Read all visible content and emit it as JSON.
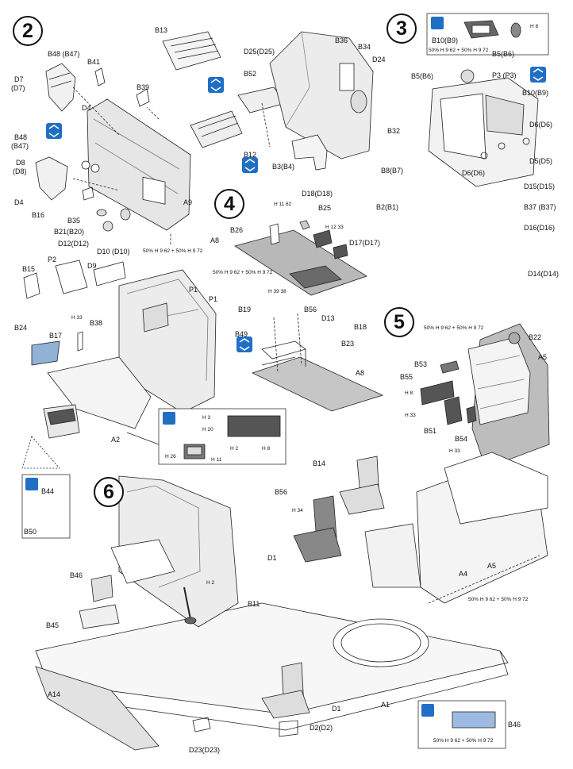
{
  "steps": {
    "s2": "2",
    "s3": "3",
    "s4": "4",
    "s5": "5",
    "s6": "6"
  },
  "labels": {
    "b13": "B13",
    "b48b47_top": "B48 (B47)",
    "b41": "B41",
    "d7": "D7",
    "d7p": "(D7)",
    "d4_top": "D4",
    "b39": "B39",
    "d25": "D25(D25)",
    "b52": "B52",
    "b36": "B36",
    "b34": "B34",
    "d24": "D24",
    "b32": "B32",
    "b12": "B12",
    "b3b4": "B3(B4)",
    "b48": "B48",
    "b47p": "(B47)",
    "d8": "D8",
    "d8p": "(D8)",
    "d4_left": "D4",
    "b16": "B16",
    "b35": "B35",
    "b21": "B21(B20)",
    "d12": "D12(D12)",
    "d10": "D10 (D10)",
    "a9": "A9",
    "b10b9_box": "B10(B9)",
    "b5b6_box": "B5(B6)",
    "b5b6": "B5(B6)",
    "p3": "P3 (P3)",
    "b10b9": "B10(B9)",
    "d6_right": "D6(D6)",
    "d5": "D5(D5)",
    "d6_mid": "D6(D6)",
    "b8b7": "B8(B7)",
    "d15": "D15(D15)",
    "b37": "B37 (B37)",
    "d16": "D16(D16)",
    "b2b1": "B2(B1)",
    "d14": "D14(D14)",
    "d18": "D18(D18)",
    "b25": "B25",
    "b26": "B26",
    "a8_top": "A8",
    "d17": "D17(D17)",
    "p2": "P2",
    "d9": "D9",
    "b15": "B15",
    "p1_a": "P1",
    "p1_b": "P1",
    "b24": "B24",
    "b38": "B38",
    "b17": "B17",
    "b19": "B19",
    "b56_top": "B56",
    "d13": "D13",
    "b18": "B18",
    "b49": "B49",
    "b23": "B23",
    "a8_bot": "A8",
    "a2": "A2",
    "b22": "B22",
    "b53": "B53",
    "a5_top": "A5",
    "b55": "B55",
    "b51": "B51",
    "b54": "B54",
    "b44": "B44",
    "b50": "B50",
    "b14": "B14",
    "b56_bot": "B56",
    "d1_top": "D1",
    "a4": "A4",
    "a5_bot": "A5",
    "b46_left": "B46",
    "b11": "B11",
    "b45": "B45",
    "a14": "A14",
    "a1": "A1",
    "d1_bot": "D1",
    "d2": "D2(D2)",
    "d23": "D23(D23)",
    "b46_box": "B46"
  },
  "paint_callouts": {
    "mix_9_62_9_72": "50% H 9 62 + 50% H 9 72",
    "h33_top": "H 33",
    "h8_right": "H 8",
    "h11_62": "H 11 62",
    "h12_33": "H 12 33",
    "h39_38": "H 39 38",
    "h3": "H 3",
    "h20": "H 20",
    "h2": "H 2",
    "h8": "H 8",
    "h26": "H 26",
    "h11": "H 11",
    "h33_b55": "H 33",
    "h33_b51": "H 33",
    "h34": "H 34",
    "h2_b11": "H 2",
    "b8": "H 8"
  }
}
